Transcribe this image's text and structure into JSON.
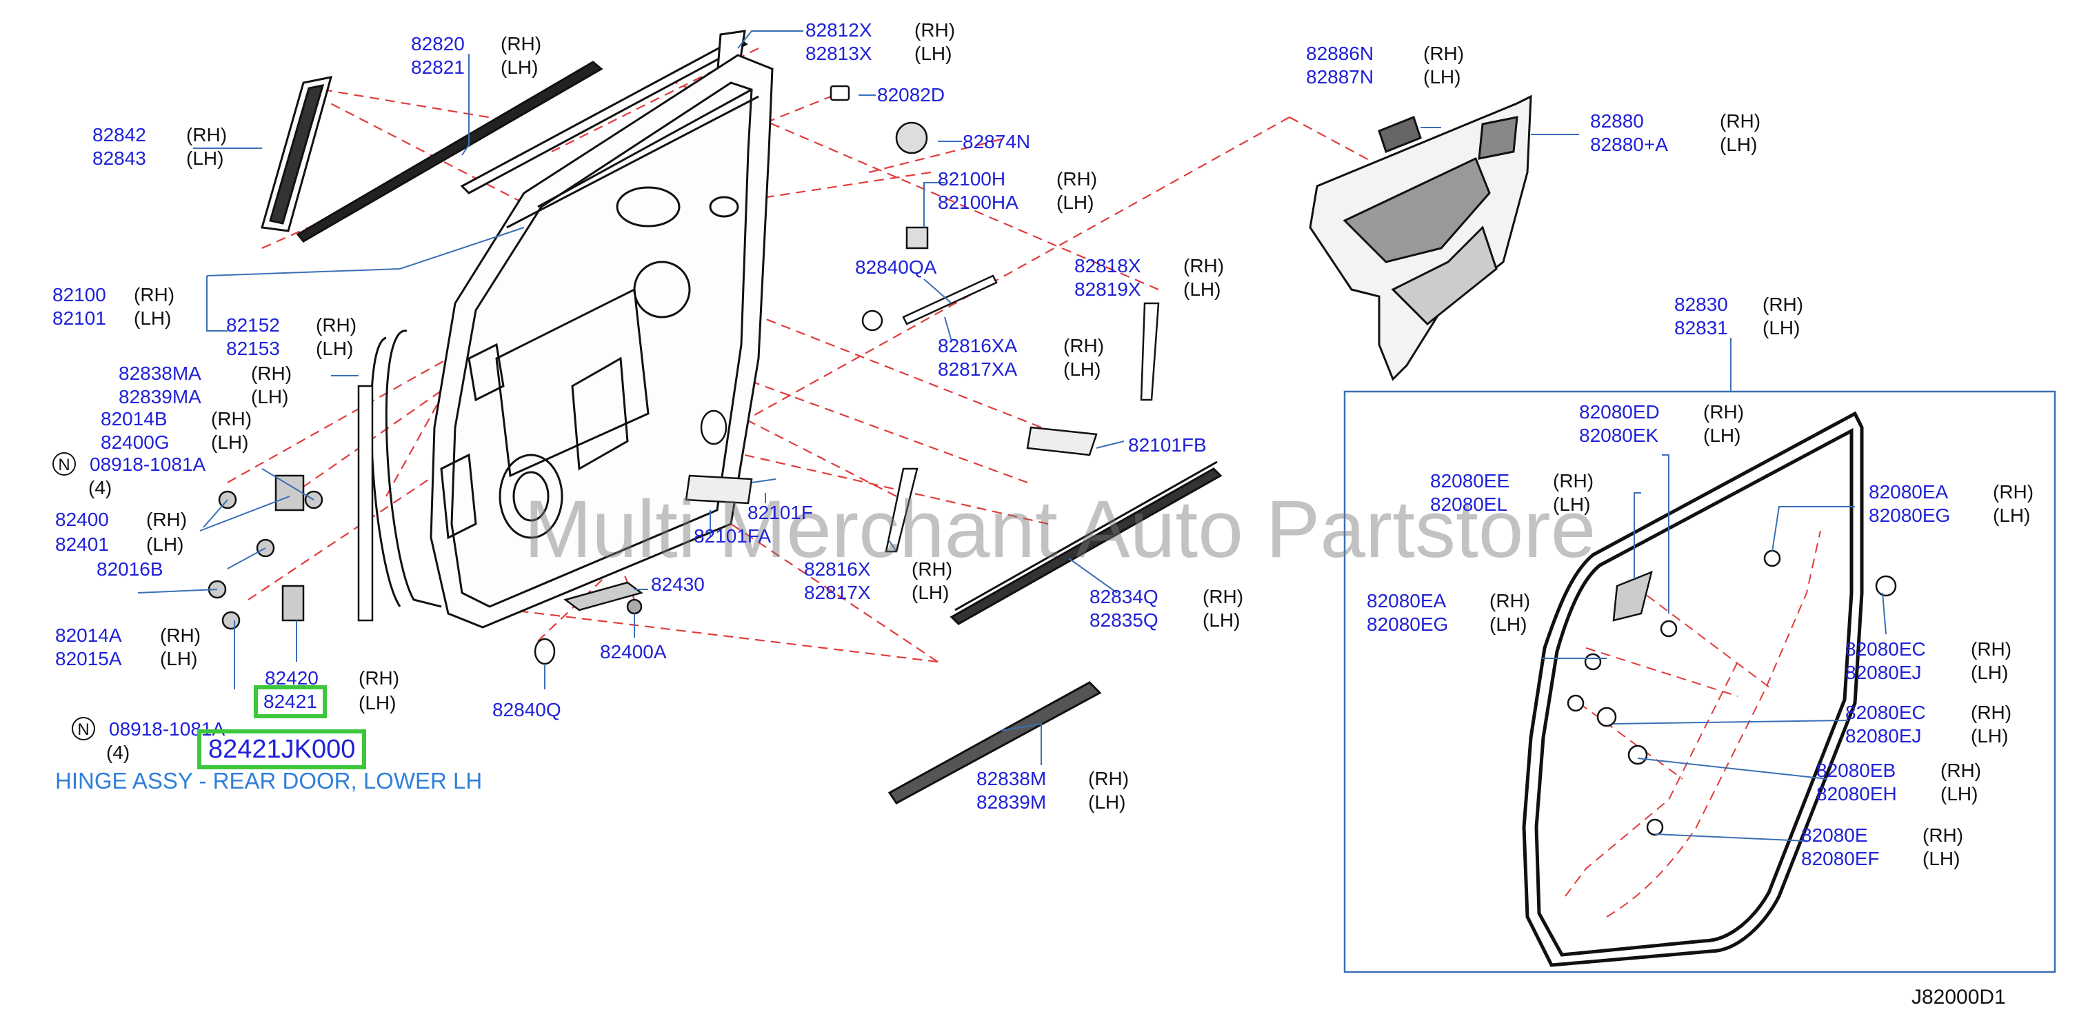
{
  "watermark": "Multi Merchant Auto Partstore",
  "diagram_ref": "J82000D1",
  "caption": "HINGE ASSY - REAR DOOR, LOWER LH",
  "highlight_part": "82421JK000",
  "n_symbol": "N",
  "labels": {
    "p82820": "82820",
    "p82821": "82821",
    "s82820": "(RH)",
    "s82821": "(LH)",
    "p82812X": "82812X",
    "p82813X": "82813X",
    "s82812X": "(RH)",
    "s82813X": "(LH)",
    "p82082D": "82082D",
    "p82874N": "82874N",
    "p82100H": "82100H",
    "p82100HA": "82100HA",
    "s82100H": "(RH)",
    "s82100HA": "(LH)",
    "p82842": "82842",
    "p82843": "82843",
    "s82842": "(RH)",
    "s82843": "(LH)",
    "p82840QA": "82840QA",
    "p82818X": "82818X",
    "p82819X": "82819X",
    "s82818X": "(RH)",
    "s82819X": "(LH)",
    "p82100": "82100",
    "p82101": "82101",
    "s82100": "(RH)",
    "s82101": "(LH)",
    "p82152": "82152",
    "p82153": "82153",
    "s82152": "(RH)",
    "s82153": "(LH)",
    "p82816XA": "82816XA",
    "p82817XA": "82817XA",
    "s82816XA": "(RH)",
    "s82817XA": "(LH)",
    "p82838MA": "82838MA",
    "p82839MA": "82839MA",
    "s82838MA": "(RH)",
    "s82839MA": "(LH)",
    "p82014B": "82014B",
    "p82400G": "82400G",
    "s82014B": "(RH)",
    "s82400G": "(LH)",
    "p08918a": "08918-1081A",
    "q08918a": "(4)",
    "p82101FB": "82101FB",
    "p82400": "82400",
    "p82401": "82401",
    "s82400": "(RH)",
    "s82401": "(LH)",
    "p82101F": "82101F",
    "p82101FA": "82101FA",
    "p82016B": "82016B",
    "p82816X": "82816X",
    "p82817X": "82817X",
    "s82816X": "(RH)",
    "s82817X": "(LH)",
    "p82834Q": "82834Q",
    "p82835Q": "82835Q",
    "s82834Q": "(RH)",
    "s82835Q": "(LH)",
    "p82430": "82430",
    "p82014A": "82014A",
    "p82015A": "82015A",
    "s82014A": "(RH)",
    "s82015A": "(LH)",
    "p82400A": "82400A",
    "p82420": "82420",
    "p82421": "82421",
    "s82420": "(RH)",
    "s82421": "(LH)",
    "p82840Q": "82840Q",
    "p08918b": "08918-1081A",
    "q08918b": "(4)",
    "p82838M": "82838M",
    "p82839M": "82839M",
    "s82838M": "(RH)",
    "s82839M": "(LH)",
    "p82886N": "82886N",
    "p82887N": "82887N",
    "s82886N": "(RH)",
    "s82887N": "(LH)",
    "p82880": "82880",
    "p82880A": "82880+A",
    "s82880": "(RH)",
    "s82880A": "(LH)",
    "p82830": "82830",
    "p82831": "82831",
    "s82830": "(RH)",
    "s82831": "(LH)",
    "p82080ED": "82080ED",
    "p82080EK": "82080EK",
    "s82080ED": "(RH)",
    "s82080EK": "(LH)",
    "p82080EE": "82080EE",
    "p82080EL": "82080EL",
    "s82080EE": "(RH)",
    "s82080EL": "(LH)",
    "p82080EA1": "82080EA",
    "p82080EG1": "82080EG",
    "s82080EA1": "(RH)",
    "s82080EG1": "(LH)",
    "p82080EA2": "82080EA",
    "p82080EG2": "82080EG",
    "s82080EA2": "(RH)",
    "s82080EG2": "(LH)",
    "p82080EC1": "82080EC",
    "p82080EJ1": "82080EJ",
    "s82080EC1": "(RH)",
    "s82080EJ1": "(LH)",
    "p82080EC2": "82080EC",
    "p82080EJ2": "82080EJ",
    "s82080EC2": "(RH)",
    "s82080EJ2": "(LH)",
    "p82080EB": "82080EB",
    "p82080EH": "82080EH",
    "s82080EB": "(RH)",
    "s82080EH": "(LH)",
    "p82080E": "82080E",
    "p82080EF": "82080EF",
    "s82080E": "(RH)",
    "s82080EF": "(LH)"
  }
}
